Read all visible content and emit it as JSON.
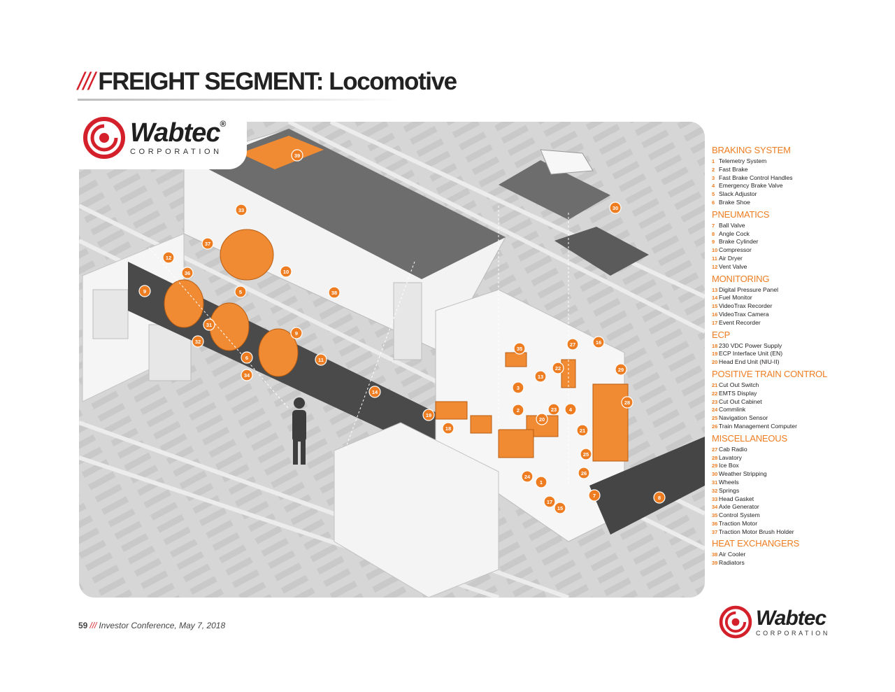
{
  "title": {
    "slashes": "///",
    "text": "FREIGHT SEGMENT:  Locomotive"
  },
  "logo": {
    "wordmark": "Wabtec",
    "registered": "®",
    "corporation": "CORPORATION"
  },
  "footer": {
    "page": "59",
    "slashes": "///",
    "text": "Investor Conference, May 7, 2018"
  },
  "colors": {
    "accent_orange": "#ee7d21",
    "brand_red": "#d4202a",
    "body_gray": "#555555"
  },
  "legend": [
    {
      "heading": "BRAKING SYSTEM",
      "items": [
        {
          "num": "1",
          "label": "Telemetry System"
        },
        {
          "num": "2",
          "label": "Fast Brake"
        },
        {
          "num": "3",
          "label": "Fast Brake Control Handles"
        },
        {
          "num": "4",
          "label": "Emergency Brake Valve"
        },
        {
          "num": "5",
          "label": "Slack Adjustor"
        },
        {
          "num": "6",
          "label": "Brake Shoe"
        }
      ]
    },
    {
      "heading": "PNEUMATICS",
      "items": [
        {
          "num": "7",
          "label": "Ball Valve"
        },
        {
          "num": "8",
          "label": "Angle Cock"
        },
        {
          "num": "9",
          "label": "Brake Cylinder"
        },
        {
          "num": "10",
          "label": "Compressor"
        },
        {
          "num": "11",
          "label": "Air Dryer"
        },
        {
          "num": "12",
          "label": "Vent Valve"
        }
      ]
    },
    {
      "heading": "MONITORING",
      "items": [
        {
          "num": "13",
          "label": "Digital Pressure Panel"
        },
        {
          "num": "14",
          "label": "Fuel Monitor"
        },
        {
          "num": "15",
          "label": "VideoTrax Recorder"
        },
        {
          "num": "16",
          "label": "VideoTrax Camera"
        },
        {
          "num": "17",
          "label": "Event Recorder"
        }
      ]
    },
    {
      "heading": "ECP",
      "items": [
        {
          "num": "18",
          "label": "230 VDC Power Supply"
        },
        {
          "num": "19",
          "label": "ECP Interface Unit (EN)"
        },
        {
          "num": "20",
          "label": "Head End Unit (NIU-II)"
        }
      ]
    },
    {
      "heading": "POSITIVE TRAIN CONTROL",
      "items": [
        {
          "num": "21",
          "label": "Cut Out Switch"
        },
        {
          "num": "22",
          "label": "EMTS Display"
        },
        {
          "num": "23",
          "label": "Cut Out Cabinet"
        },
        {
          "num": "24",
          "label": "Commlink"
        },
        {
          "num": "25",
          "label": "Navigation Sensor"
        },
        {
          "num": "26",
          "label": "Train Management Computer"
        }
      ]
    },
    {
      "heading": "MISCELLANEOUS",
      "items": [
        {
          "num": "27",
          "label": "Cab Radio"
        },
        {
          "num": "28",
          "label": "Lavatory"
        },
        {
          "num": "29",
          "label": "Ice Box"
        },
        {
          "num": "30",
          "label": "Weather Stripping"
        },
        {
          "num": "31",
          "label": "Wheels"
        },
        {
          "num": "32",
          "label": "Springs"
        },
        {
          "num": "33",
          "label": "Head Gasket"
        },
        {
          "num": "34",
          "label": "Axle Generator"
        },
        {
          "num": "35",
          "label": "Control System"
        },
        {
          "num": "36",
          "label": "Traction Motor"
        },
        {
          "num": "37",
          "label": "Traction Motor Brush Holder"
        }
      ]
    },
    {
      "heading": "HEAT EXCHANGERS",
      "items": [
        {
          "num": "38",
          "label": "Air Cooler"
        },
        {
          "num": "39",
          "label": "Radiators"
        }
      ]
    }
  ],
  "callouts": [
    "1",
    "2",
    "3",
    "4",
    "5",
    "6",
    "7",
    "8",
    "9",
    "9",
    "10",
    "11",
    "12",
    "13",
    "14",
    "15",
    "16",
    "17",
    "18",
    "19",
    "20",
    "21",
    "22",
    "23",
    "24",
    "25",
    "26",
    "27",
    "28",
    "29",
    "30",
    "31",
    "32",
    "33",
    "34",
    "35",
    "36",
    "37",
    "38",
    "39"
  ]
}
